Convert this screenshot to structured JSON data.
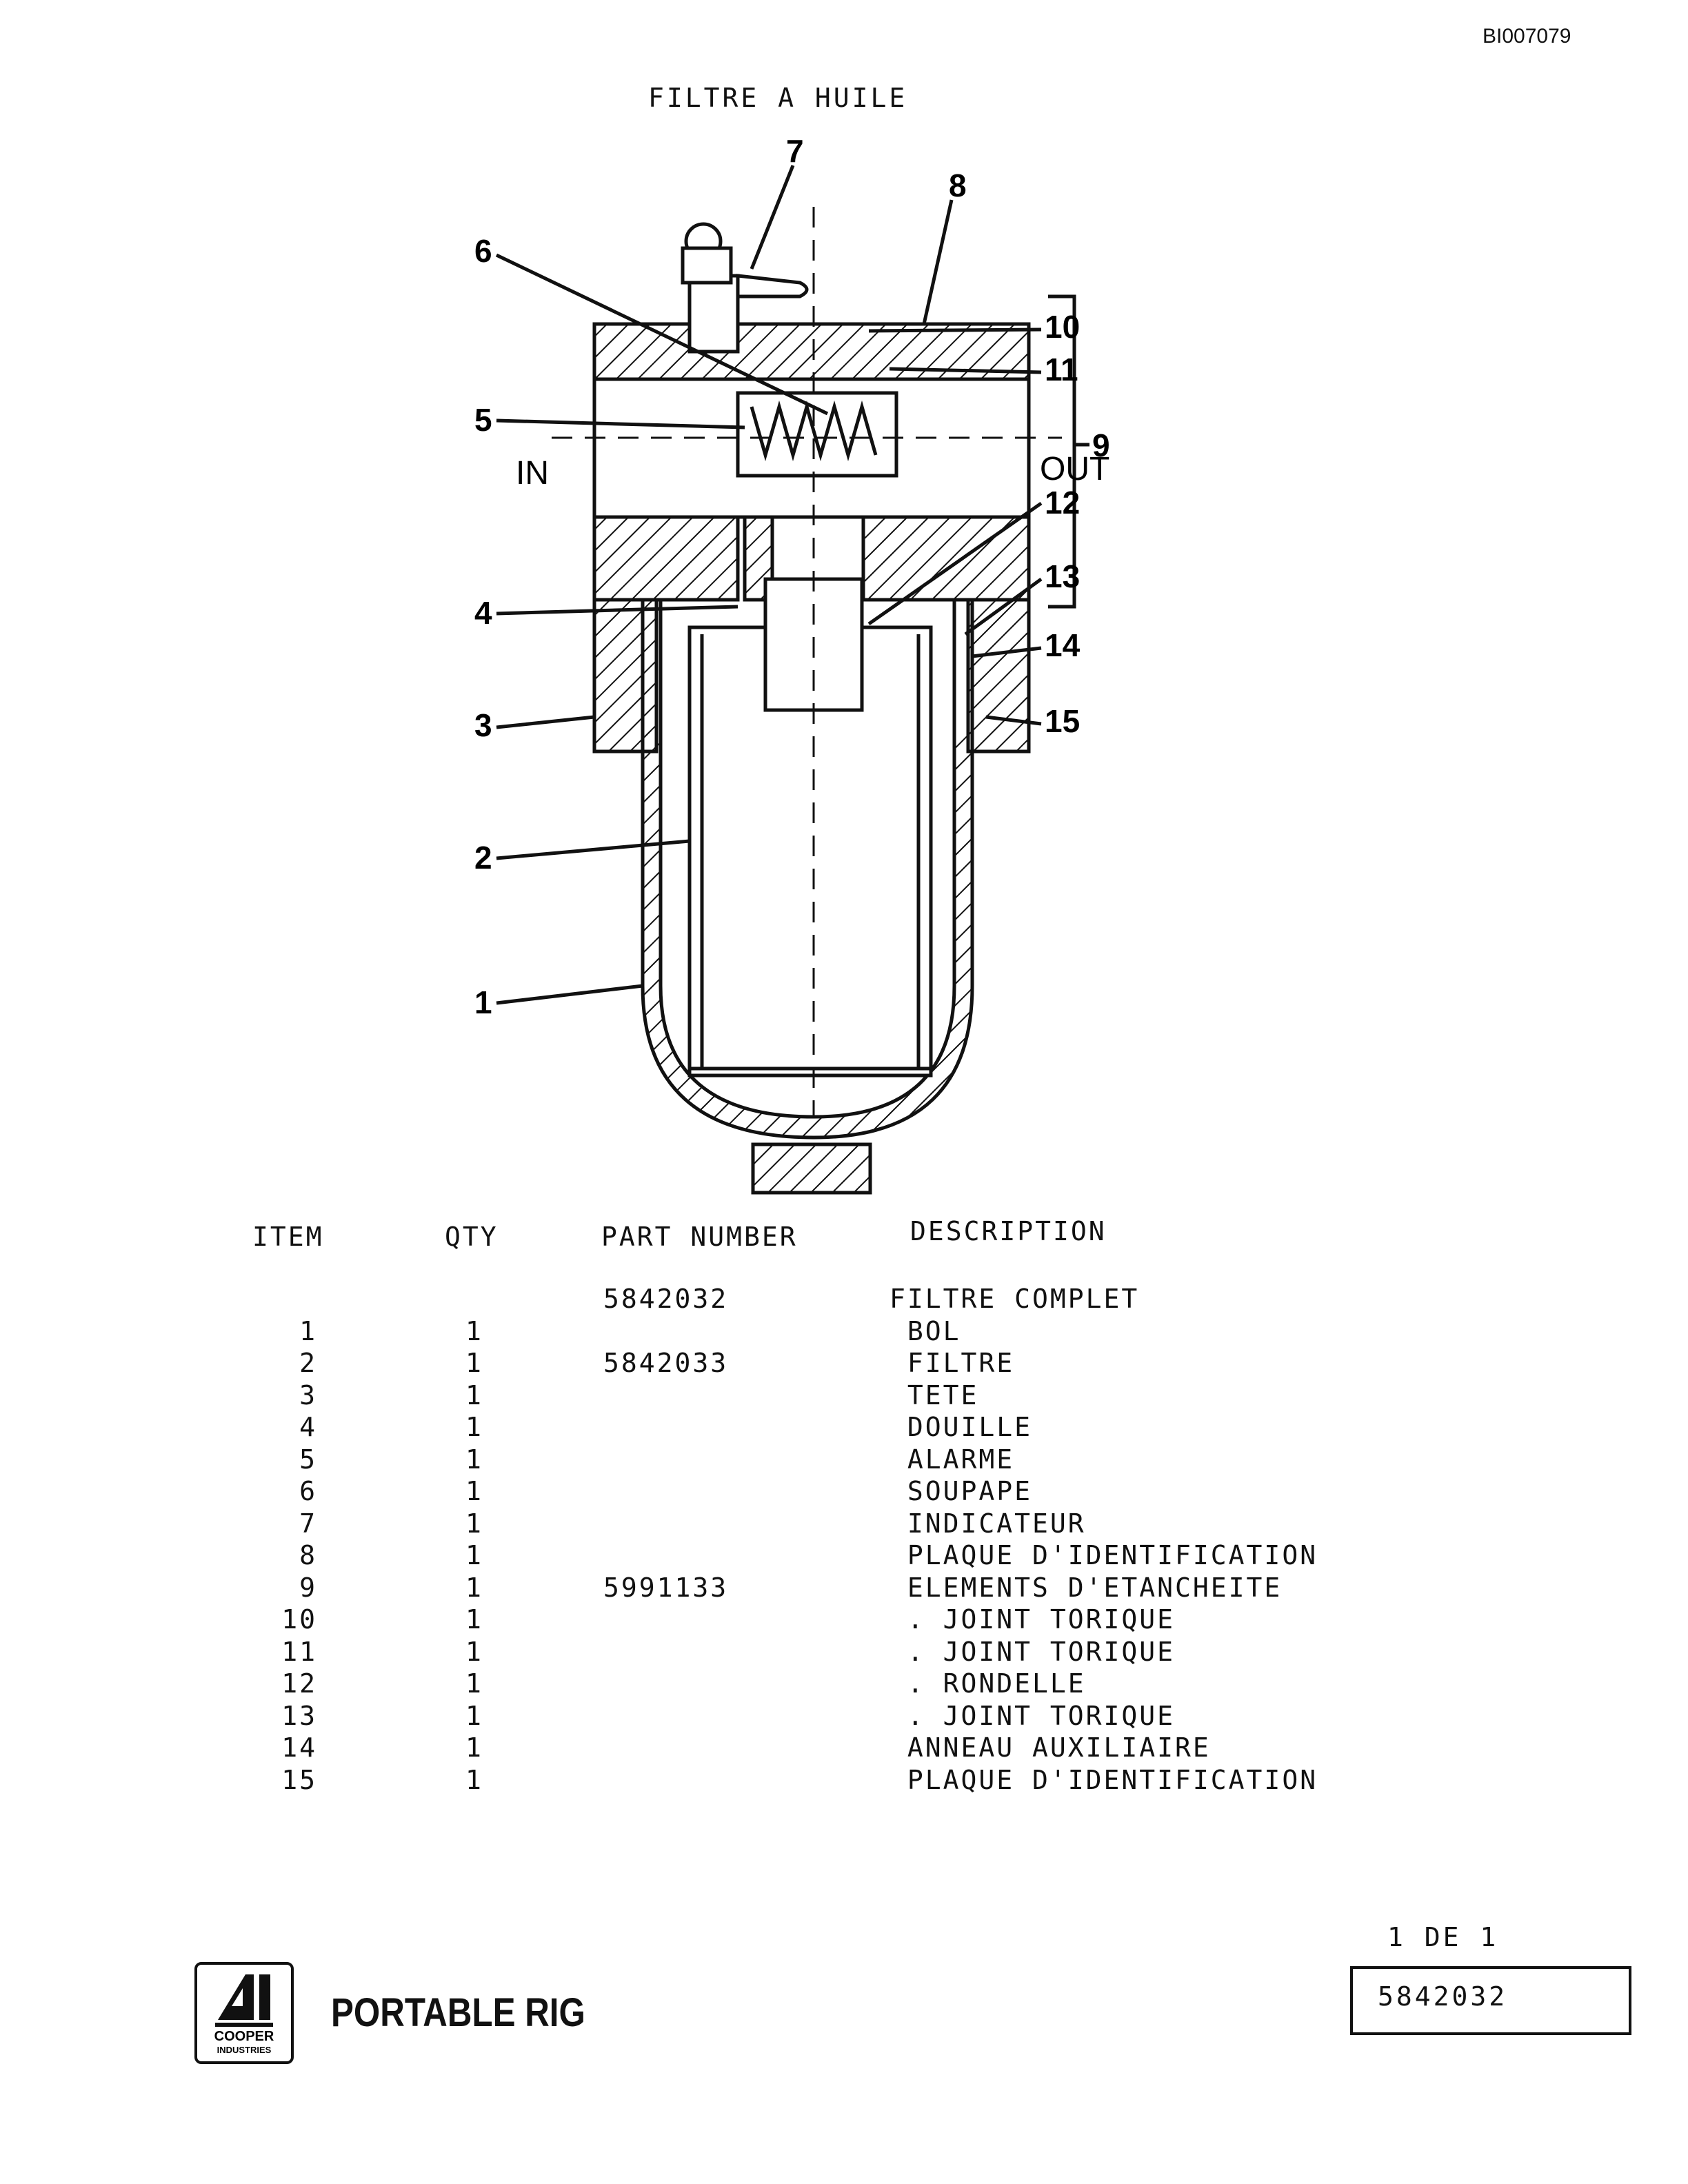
{
  "document_id": "BI007079",
  "title": "FILTRE A HUILE",
  "diagram": {
    "callouts": [
      "1",
      "2",
      "3",
      "4",
      "5",
      "6",
      "7",
      "8",
      "9",
      "10",
      "11",
      "12",
      "13",
      "14",
      "15"
    ],
    "port_in": "IN",
    "port_out": "OUT"
  },
  "table": {
    "headers": {
      "item": "ITEM",
      "qty": "QTY",
      "part": "PART NUMBER",
      "desc": "DESCRIPTION"
    },
    "rows": [
      {
        "item": "",
        "qty": "",
        "part": "5842032",
        "desc": "FILTRE COMPLET"
      },
      {
        "item": "1",
        "qty": "1",
        "part": "",
        "desc": " BOL"
      },
      {
        "item": "2",
        "qty": "1",
        "part": "5842033",
        "desc": " FILTRE"
      },
      {
        "item": "3",
        "qty": "1",
        "part": "",
        "desc": " TETE"
      },
      {
        "item": "4",
        "qty": "1",
        "part": "",
        "desc": " DOUILLE"
      },
      {
        "item": "5",
        "qty": "1",
        "part": "",
        "desc": " ALARME"
      },
      {
        "item": "6",
        "qty": "1",
        "part": "",
        "desc": " SOUPAPE"
      },
      {
        "item": "7",
        "qty": "1",
        "part": "",
        "desc": " INDICATEUR"
      },
      {
        "item": "8",
        "qty": "1",
        "part": "",
        "desc": " PLAQUE D'IDENTIFICATION"
      },
      {
        "item": "9",
        "qty": "1",
        "part": "5991133",
        "desc": " ELEMENTS D'ETANCHEITE"
      },
      {
        "item": "10",
        "qty": "1",
        "part": "",
        "desc": " . JOINT TORIQUE"
      },
      {
        "item": "11",
        "qty": "1",
        "part": "",
        "desc": " . JOINT TORIQUE"
      },
      {
        "item": "12",
        "qty": "1",
        "part": "",
        "desc": " . RONDELLE"
      },
      {
        "item": "13",
        "qty": "1",
        "part": "",
        "desc": " . JOINT TORIQUE"
      },
      {
        "item": "14",
        "qty": "1",
        "part": "",
        "desc": " ANNEAU AUXILIAIRE"
      },
      {
        "item": "15",
        "qty": "1",
        "part": "",
        "desc": " PLAQUE D'IDENTIFICATION"
      }
    ]
  },
  "footer": {
    "page": "1 DE 1",
    "part_number": "5842032",
    "brand": "PORTABLE RIG",
    "logo_text": "COOPER INDUSTRIES"
  }
}
